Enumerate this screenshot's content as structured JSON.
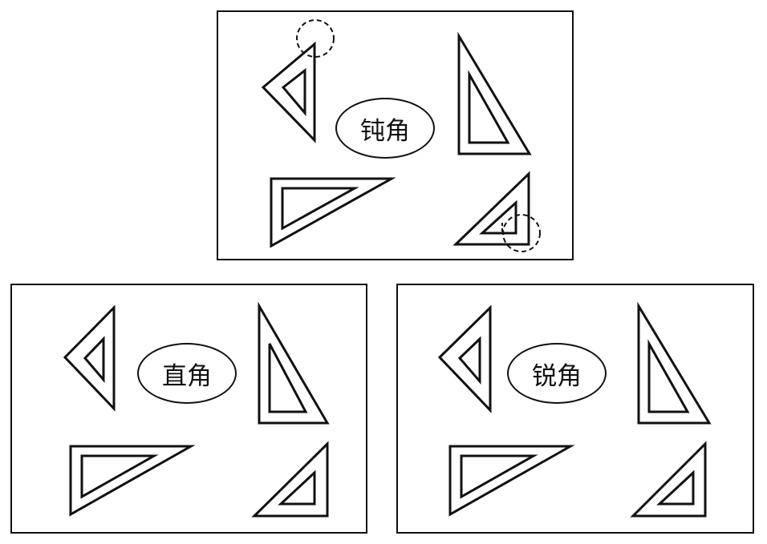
{
  "panels": {
    "top": {
      "label": "钝角"
    },
    "left": {
      "label": "直角"
    },
    "right": {
      "label": "锐角"
    }
  },
  "colors": {
    "stroke": "#111111",
    "background": "#ffffff"
  }
}
